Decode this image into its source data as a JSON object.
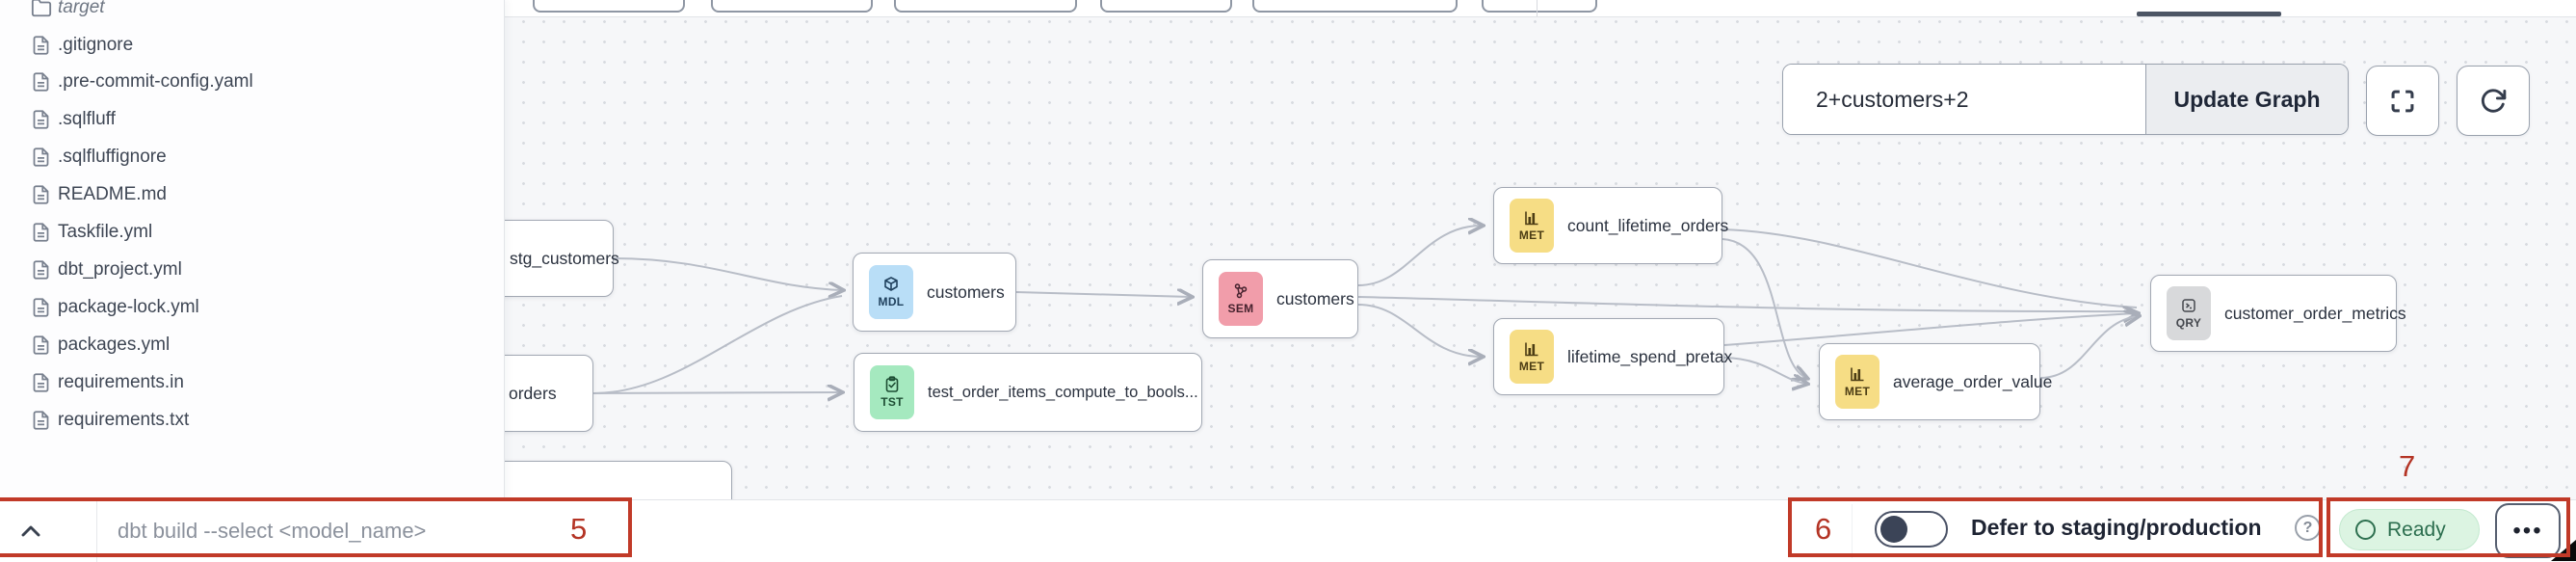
{
  "annotation_color": "#c13a28",
  "sidebar": {
    "files": [
      {
        "name": "target",
        "type": "folder"
      },
      {
        "name": ".gitignore",
        "type": "file"
      },
      {
        "name": ".pre-commit-config.yaml",
        "type": "file"
      },
      {
        "name": ".sqlfluff",
        "type": "file"
      },
      {
        "name": ".sqlfluffignore",
        "type": "file"
      },
      {
        "name": "README.md",
        "type": "file"
      },
      {
        "name": "Taskfile.yml",
        "type": "file"
      },
      {
        "name": "dbt_project.yml",
        "type": "file"
      },
      {
        "name": "package-lock.yml",
        "type": "file"
      },
      {
        "name": "packages.yml",
        "type": "file"
      },
      {
        "name": "requirements.in",
        "type": "file"
      },
      {
        "name": "requirements.txt",
        "type": "file"
      }
    ]
  },
  "graph": {
    "selector": {
      "value": "2+customers+2",
      "update_button_label": "Update Graph"
    },
    "nodes": [
      {
        "label": "stg_customers",
        "code": "",
        "type": "model-partially-hidden"
      },
      {
        "label": "orders",
        "code": "",
        "type": "model-partially-hidden"
      },
      {
        "label": "",
        "code": "",
        "type": "partially-visible-node"
      },
      {
        "label": "customers",
        "code": "MDL",
        "type": "model"
      },
      {
        "label": "test_order_items_compute_to_bools...",
        "code": "TST",
        "type": "test"
      },
      {
        "label": "customers",
        "code": "SEM",
        "type": "semantic-model"
      },
      {
        "label": "count_lifetime_orders",
        "code": "MET",
        "type": "metric"
      },
      {
        "label": "lifetime_spend_pretax",
        "code": "MET",
        "type": "metric"
      },
      {
        "label": "average_order_value",
        "code": "MET",
        "type": "metric"
      },
      {
        "label": "customer_order_metrics",
        "code": "QRY",
        "type": "saved-query"
      }
    ],
    "type_colors": {
      "MDL": "#b9def7",
      "SEM": "#f19daa",
      "MET": "#f6dd85",
      "TST": "#a5e9bf",
      "QRY": "#d8d9db"
    }
  },
  "bottom_bar": {
    "command_placeholder": "dbt build --select <model_name>",
    "defer_toggle_label": "Defer to staging/production",
    "defer_toggle_state": "off",
    "status_badge": "Ready",
    "more_button": "•••"
  },
  "annotations": {
    "box5": "5",
    "box6": "6",
    "box7": "7"
  }
}
